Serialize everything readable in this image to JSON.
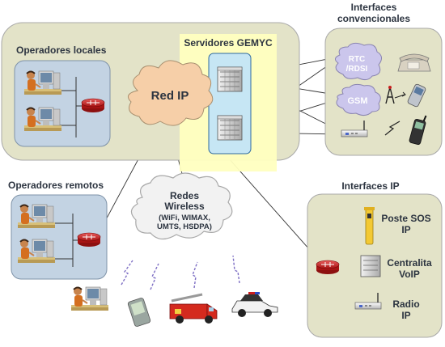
{
  "sections": {
    "local_operators": "Operadores locales",
    "remote_operators": "Operadores remotos",
    "servers": "Servidores GEMYC",
    "conventional_interfaces": [
      "Interfaces",
      "convencionales"
    ],
    "ip_interfaces": "Interfaces IP"
  },
  "clouds": {
    "red_ip": "Red IP",
    "wireless": [
      "Redes",
      "Wireless",
      "(WiFi, WIMAX,",
      "UMTS, HSDPA)"
    ],
    "rtc": [
      "RTC",
      "/RDSI"
    ],
    "gsm": "GSM"
  },
  "ip_devices": {
    "sos": [
      "Poste SOS",
      "IP"
    ],
    "pbx": [
      "Centralita",
      "VoIP"
    ],
    "radio": [
      "Radio",
      "IP"
    ]
  },
  "icons": [
    "operator-workstation-icon",
    "router-icon",
    "server-rack-icon",
    "desk-phone-icon",
    "mobile-phone-icon",
    "radio-modem-icon",
    "sos-post-icon",
    "pbx-icon",
    "pda-icon",
    "fire-truck-icon",
    "police-car-icon"
  ],
  "colors": {
    "zone_fill": "#e3e3c8",
    "operator_panel": "#c3d3e3",
    "servers_panel": "#ffffc0",
    "server_inner": "#c6e6f4",
    "cloud_fill": "#f6cfa8",
    "router": "#c81e1e",
    "signal": "#7e6fc4"
  }
}
